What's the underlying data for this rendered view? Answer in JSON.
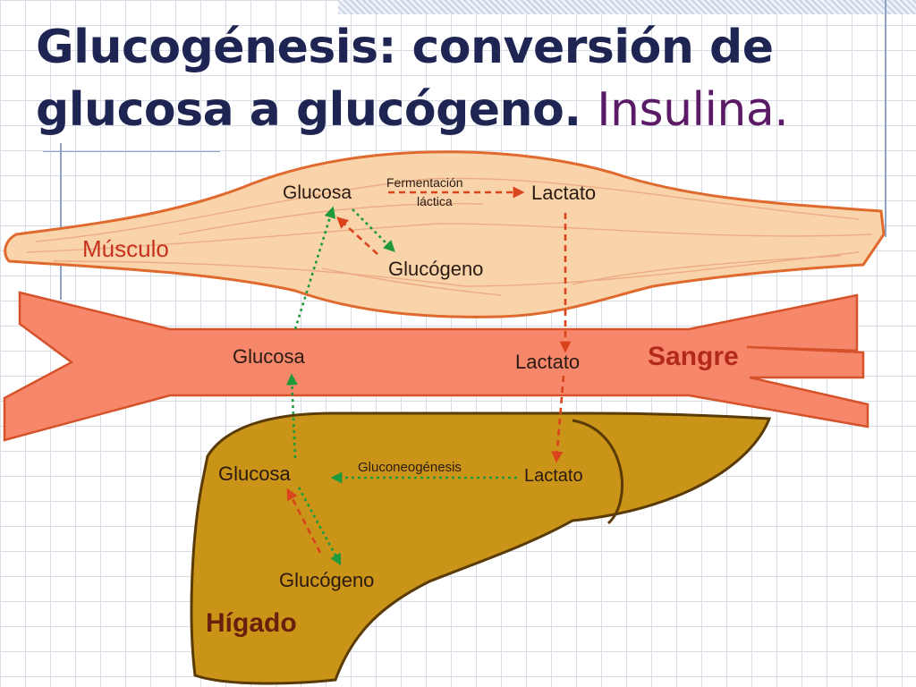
{
  "slide": {
    "title_main": "Glucogénesis: conversión de glucosa a glucógeno",
    "title_period": ".",
    "title_accent": "Insulina."
  },
  "diagram": {
    "muscle": {
      "label": "Músculo",
      "glucosa": "Glucosa",
      "fermentacion_line1": "Fermentación",
      "fermentacion_line2": "láctica",
      "lactato": "Lactato",
      "glucogeno": "Glucógeno"
    },
    "blood": {
      "label": "Sangre",
      "glucosa": "Glucosa",
      "lactato": "Lactato"
    },
    "liver": {
      "label": "Hígado",
      "glucosa": "Glucosa",
      "gluconeogenesis": "Gluconeogénesis",
      "lactato": "Lactato",
      "glucogeno": "Glucógeno"
    }
  },
  "colors": {
    "title": "#1f2552",
    "accent": "#5b1a66",
    "muscle_fill": "#f9d4aa",
    "muscle_stroke": "#e0692e",
    "blood_fill": "#f7876a",
    "liver_fill": "#c99418",
    "red_arrow": "#d9441c",
    "green_arrow": "#1e9a3c"
  }
}
